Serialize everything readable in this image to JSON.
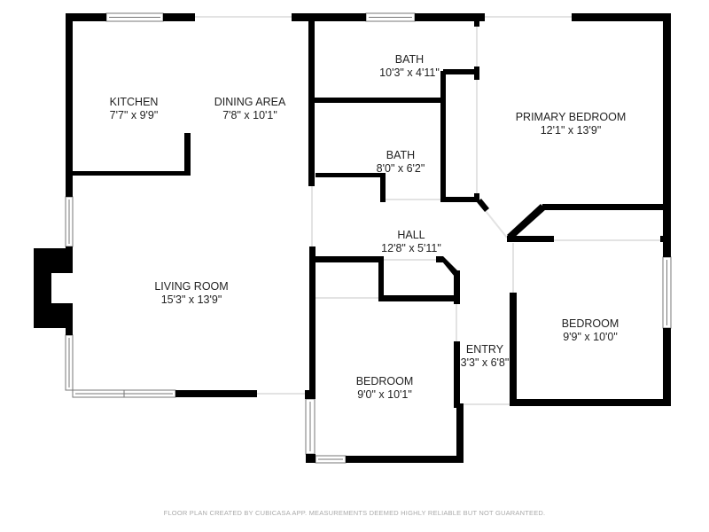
{
  "rooms": [
    {
      "name": "KITCHEN",
      "size": "7'7\" x 9'9\""
    },
    {
      "name": "DINING AREA",
      "size": "7'8\" x 10'1\""
    },
    {
      "name": "BATH",
      "size": "10'3\" x 4'11\""
    },
    {
      "name": "PRIMARY BEDROOM",
      "size": "12'1\" x 13'9\""
    },
    {
      "name": "BATH",
      "size": "8'0\" x 6'2\""
    },
    {
      "name": "HALL",
      "size": "12'8\" x 5'11\""
    },
    {
      "name": "LIVING ROOM",
      "size": "15'3\" x 13'9\""
    },
    {
      "name": "BEDROOM",
      "size": "9'9\" x 10'0\""
    },
    {
      "name": "ENTRY",
      "size": "3'3\" x 6'8\""
    },
    {
      "name": "BEDROOM",
      "size": "9'0\" x 10'1\""
    }
  ],
  "footer": "FLOOR PLAN CREATED BY CUBICASA APP. MEASUREMENTS DEEMED HIGHLY RELIABLE BUT NOT GUARANTEED.",
  "colors": {
    "wall": "#000000",
    "opening": "#e6e6e6"
  }
}
